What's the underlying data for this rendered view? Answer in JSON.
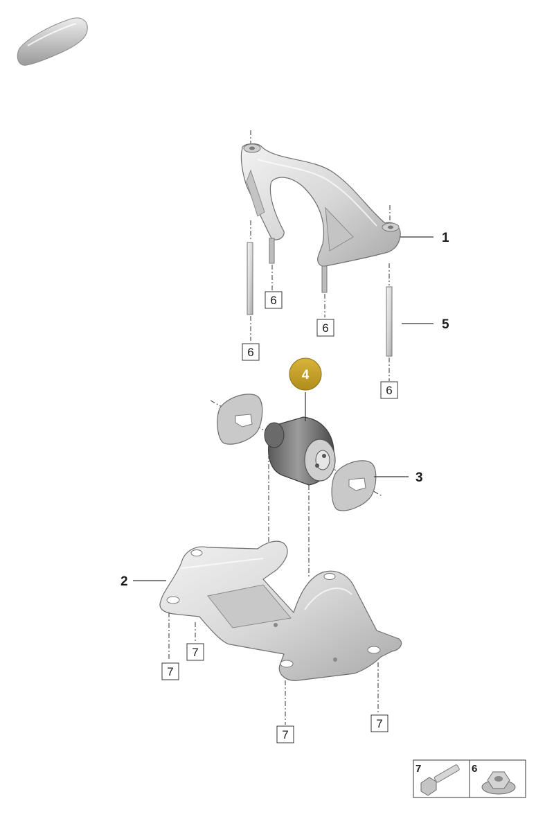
{
  "callouts": {
    "part_1": "1",
    "part_2": "2",
    "part_3": "3",
    "part_4": "4",
    "part_5": "5",
    "ref_6_a": "6",
    "ref_6_b": "6",
    "ref_6_c": "6",
    "ref_6_d": "6",
    "ref_7_a": "7",
    "ref_7_b": "7",
    "ref_7_c": "7",
    "ref_7_d": "7"
  },
  "legend": {
    "item_7": "7",
    "item_6": "6"
  },
  "colors": {
    "highlight_badge": "#c9a227",
    "part_fill": "#dcdcdc",
    "part_dark": "#7a7a7a"
  },
  "icons": [
    "car-silhouette-icon",
    "bolt-icon",
    "nut-icon"
  ]
}
